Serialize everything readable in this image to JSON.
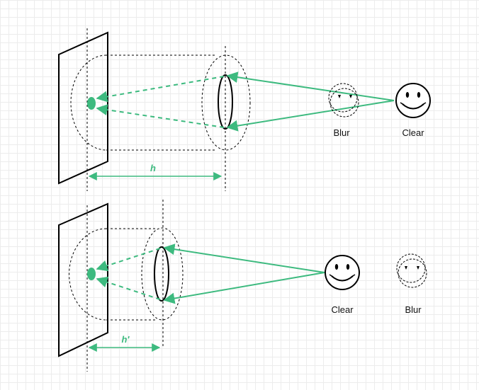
{
  "accent_color": "#3dba7f",
  "line_color": "#000000",
  "top_panel": {
    "distance_label": "h",
    "label_near": "Blur",
    "label_far": "Clear"
  },
  "bottom_panel": {
    "distance_label": "h'",
    "label_near": "Clear",
    "label_far": "Blur"
  }
}
